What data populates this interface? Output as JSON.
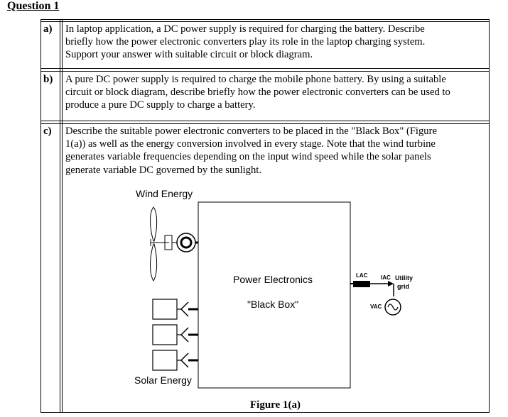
{
  "heading": "Question 1",
  "questions": [
    {
      "label": "a)",
      "lines": [
        "In laptop application, a DC power supply is required for charging the battery.  Describe",
        "briefly how the power electronic converters play its role in the laptop charging system.",
        "Support your answer with suitable circuit or block diagram."
      ]
    },
    {
      "label": "b)",
      "lines": [
        "A pure DC power supply is required to charge the mobile phone battery.  By using a suitable",
        "circuit or block diagram, describe briefly how the power electronic converters can be used to",
        "produce a pure DC supply to charge a battery."
      ]
    },
    {
      "label": "c)",
      "lines": [
        "Describe the suitable power electronic converters to be placed in the \"Black Box\" (Figure",
        "1(a)) as well as the energy conversion involved in every stage. Note that the wind turbine",
        "generates variable frequencies depending on the input wind speed while the solar panels",
        "generate variable DC governed by the sunlight."
      ]
    }
  ],
  "diagram": {
    "wind_label": "Wind Energy",
    "solar_label": "Solar Energy",
    "box_title": "Power Electronics",
    "box_subtitle": "\"Black Box\"",
    "inductor_label": "LAC",
    "current_label": "IAC",
    "utility_label_1": "Utility",
    "utility_label_2": "grid",
    "voltage_label": "VAC"
  },
  "figure_caption": "Figure 1(a)"
}
